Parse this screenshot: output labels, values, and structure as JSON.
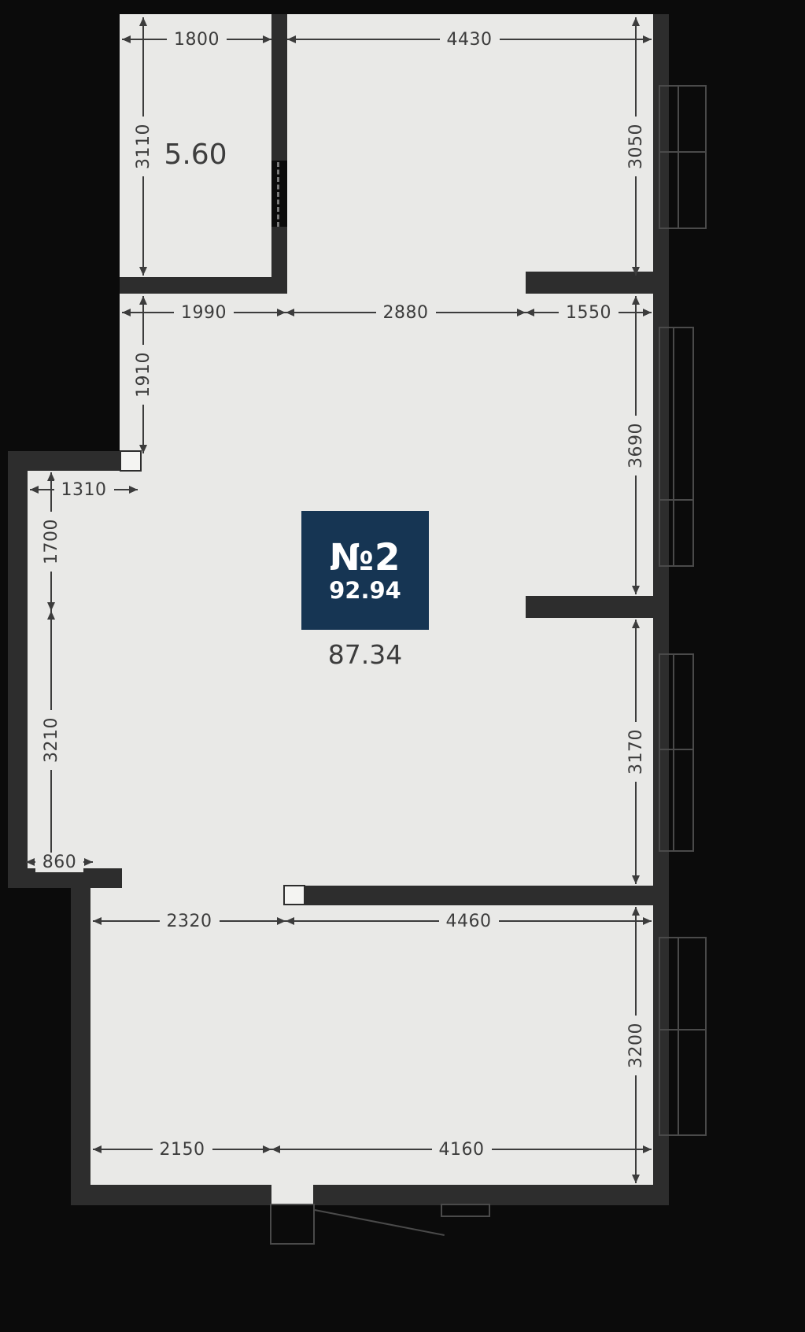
{
  "unit": {
    "number": "№2",
    "total_area": "92.94",
    "living_area": "87.34",
    "balcony_area": "5.60"
  },
  "colors": {
    "background": "#0b0b0b",
    "floor": "#e9e9e7",
    "wall": "#2d2d2d",
    "badge_background": "#163553",
    "badge_text": "#ffffff",
    "dimension_text": "#3c3c3c"
  },
  "dims": {
    "d1800": "1800",
    "d4430": "4430",
    "d3110": "3110",
    "d3050": "3050",
    "d1990": "1990",
    "d2880": "2880",
    "d1550": "1550",
    "d1910": "1910",
    "d3690": "3690",
    "d1310": "1310",
    "d1700": "1700",
    "d3210": "3210",
    "d860": "860",
    "d3170": "3170",
    "d2320": "2320",
    "d4460": "4460",
    "d3200": "3200",
    "d2150": "2150",
    "d4160": "4160"
  }
}
